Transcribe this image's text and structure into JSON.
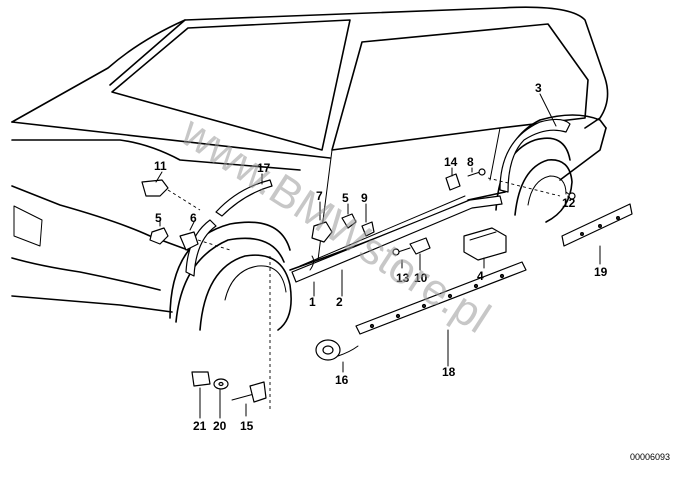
{
  "diagram": {
    "watermark": "www.BMWstore.pl",
    "drawing_code": "00006093",
    "callouts": [
      {
        "id": "c1",
        "label": "1"
      },
      {
        "id": "c2",
        "label": "2"
      },
      {
        "id": "c3",
        "label": "3"
      },
      {
        "id": "c4",
        "label": "4"
      },
      {
        "id": "c5a",
        "label": "5"
      },
      {
        "id": "c5b",
        "label": "5"
      },
      {
        "id": "c6",
        "label": "6"
      },
      {
        "id": "c7",
        "label": "7"
      },
      {
        "id": "c8",
        "label": "8"
      },
      {
        "id": "c9",
        "label": "9"
      },
      {
        "id": "c10",
        "label": "10"
      },
      {
        "id": "c11",
        "label": "11"
      },
      {
        "id": "c12",
        "label": "12"
      },
      {
        "id": "c13",
        "label": "13"
      },
      {
        "id": "c14",
        "label": "14"
      },
      {
        "id": "c15",
        "label": "15"
      },
      {
        "id": "c16",
        "label": "16"
      },
      {
        "id": "c17",
        "label": "17"
      },
      {
        "id": "c18",
        "label": "18"
      },
      {
        "id": "c19",
        "label": "19"
      },
      {
        "id": "c20",
        "label": "20"
      },
      {
        "id": "c21",
        "label": "21"
      }
    ]
  }
}
